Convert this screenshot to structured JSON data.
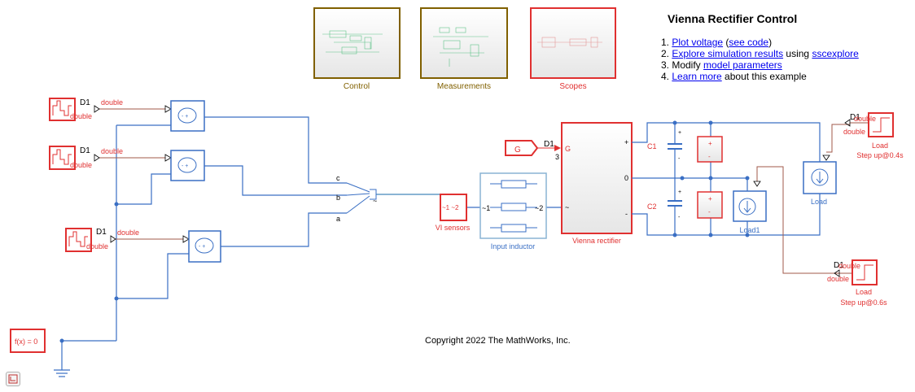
{
  "title": "Vienna Rectifier Control",
  "steps": [
    {
      "prefix": "1. ",
      "link1": "Plot voltage",
      "mid": " (",
      "link2": "see code",
      "suffix": ")"
    },
    {
      "prefix": "2. ",
      "link1": "Explore simulation results",
      "mid": " using ",
      "link2": "sscexplore",
      "suffix": ""
    },
    {
      "prefix": "3. Modify ",
      "link1": "model parameters",
      "mid": "",
      "link2": "",
      "suffix": ""
    },
    {
      "prefix": "4. ",
      "link1": "Learn more",
      "mid": " about this example",
      "link2": "",
      "suffix": ""
    }
  ],
  "subsystems": {
    "control": "Control",
    "measurements": "Measurements",
    "scopes": "Scopes"
  },
  "labels": {
    "d1": "D1",
    "double": "double",
    "phase_c": "c",
    "phase_b": "b",
    "phase_a": "a",
    "goto_g": "G",
    "from_g": "G",
    "port3": "3",
    "vi_sensors": "VI sensors",
    "vi_ports": "~1 ~2",
    "input_inductor": "Input inductor",
    "port1": "~1",
    "port2": "~2",
    "vienna_rectifier": "Vienna rectifier",
    "plus": "+",
    "zero": "0",
    "minus": "-",
    "tilde": "~",
    "c1": "C1",
    "c2": "C2",
    "load": "Load",
    "load1": "Load1",
    "load_top": "Load",
    "step_top": "Step up@0.4s",
    "load_bot": "Load",
    "step_bot": "Step up@0.6s",
    "solver": "f(x) = 0",
    "copyright": "Copyright 2022 The MathWorks, Inc."
  },
  "colors": {
    "wire": "#3a6fc4",
    "signal": "#a05a4a",
    "block_red": "#e03030",
    "control_gold": "#806000",
    "inductor": "#8ab4d4"
  }
}
